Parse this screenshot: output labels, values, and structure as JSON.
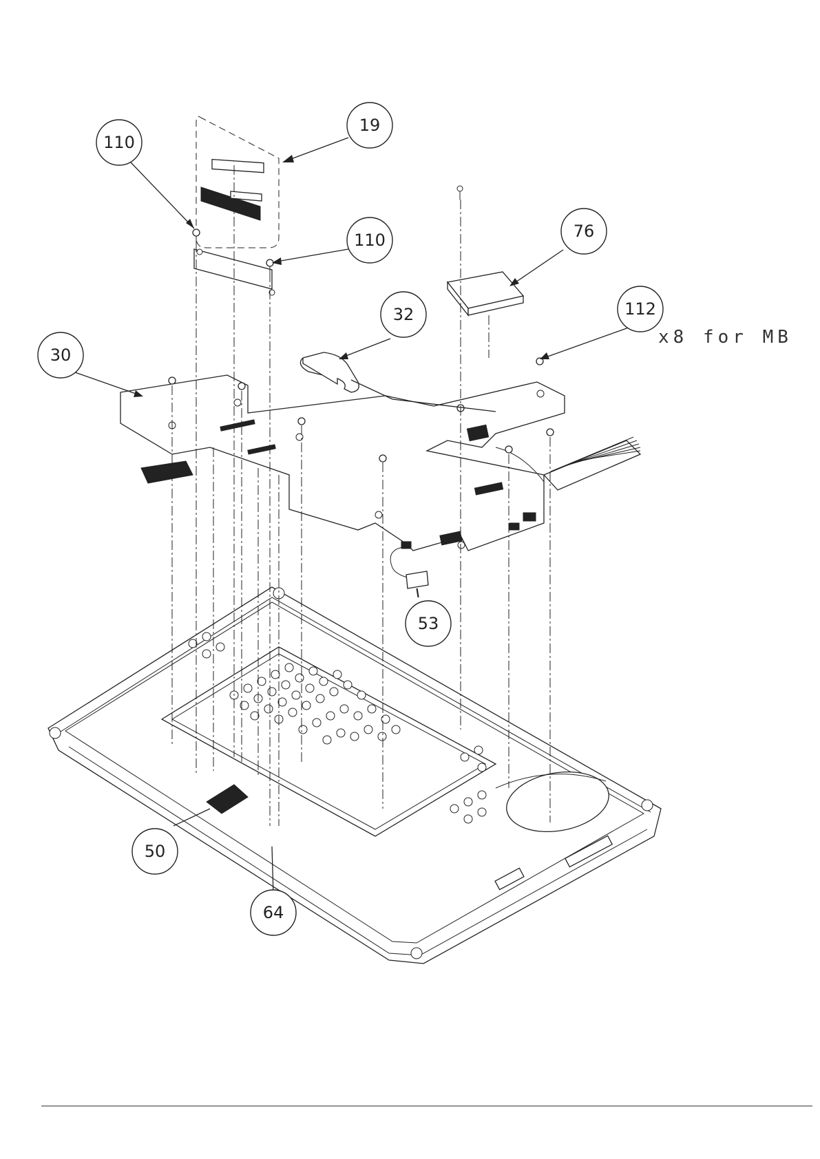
{
  "callouts": [
    {
      "id": "c-110a",
      "label": "110"
    },
    {
      "id": "c-19",
      "label": "19"
    },
    {
      "id": "c-110b",
      "label": "110"
    },
    {
      "id": "c-76",
      "label": "76"
    },
    {
      "id": "c-32",
      "label": "32"
    },
    {
      "id": "c-112",
      "label": "112"
    },
    {
      "id": "c-30",
      "label": "30"
    },
    {
      "id": "c-53",
      "label": "53"
    },
    {
      "id": "c-50",
      "label": "50"
    },
    {
      "id": "c-64",
      "label": "64"
    }
  ],
  "note": "x8 for MB"
}
